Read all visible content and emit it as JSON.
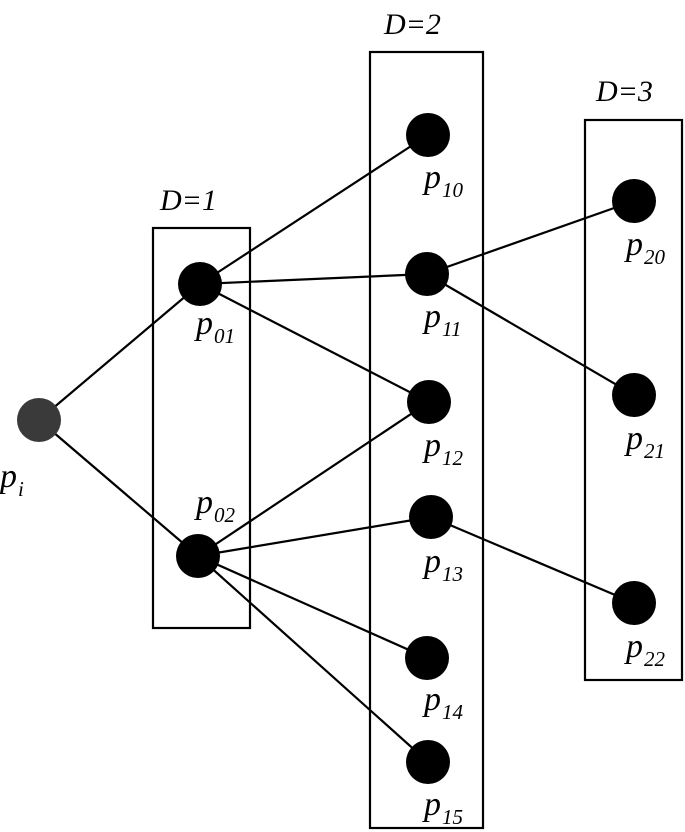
{
  "diagram": {
    "groups": [
      {
        "id": "D1",
        "title": "D=1"
      },
      {
        "id": "D2",
        "title": "D=2"
      },
      {
        "id": "D3",
        "title": "D=3"
      }
    ],
    "nodes": [
      {
        "id": "pi",
        "base": "p",
        "sub": "i",
        "color": "#3a3a3a"
      },
      {
        "id": "p01",
        "base": "p",
        "sub": "01",
        "color": "#000000"
      },
      {
        "id": "p02",
        "base": "p",
        "sub": "02",
        "color": "#000000"
      },
      {
        "id": "p10",
        "base": "p",
        "sub": "10",
        "color": "#000000"
      },
      {
        "id": "p11",
        "base": "p",
        "sub": "11",
        "color": "#000000"
      },
      {
        "id": "p12",
        "base": "p",
        "sub": "12",
        "color": "#000000"
      },
      {
        "id": "p13",
        "base": "p",
        "sub": "13",
        "color": "#000000"
      },
      {
        "id": "p14",
        "base": "p",
        "sub": "14",
        "color": "#000000"
      },
      {
        "id": "p15",
        "base": "p",
        "sub": "15",
        "color": "#000000"
      },
      {
        "id": "p20",
        "base": "p",
        "sub": "20",
        "color": "#000000"
      },
      {
        "id": "p21",
        "base": "p",
        "sub": "21",
        "color": "#000000"
      },
      {
        "id": "p22",
        "base": "p",
        "sub": "22",
        "color": "#000000"
      }
    ],
    "edges": [
      [
        "pi",
        "p01"
      ],
      [
        "pi",
        "p02"
      ],
      [
        "p01",
        "p10"
      ],
      [
        "p01",
        "p11"
      ],
      [
        "p01",
        "p12"
      ],
      [
        "p02",
        "p12"
      ],
      [
        "p02",
        "p13"
      ],
      [
        "p02",
        "p14"
      ],
      [
        "p02",
        "p15"
      ],
      [
        "p11",
        "p20"
      ],
      [
        "p11",
        "p21"
      ],
      [
        "p13",
        "p22"
      ]
    ]
  }
}
